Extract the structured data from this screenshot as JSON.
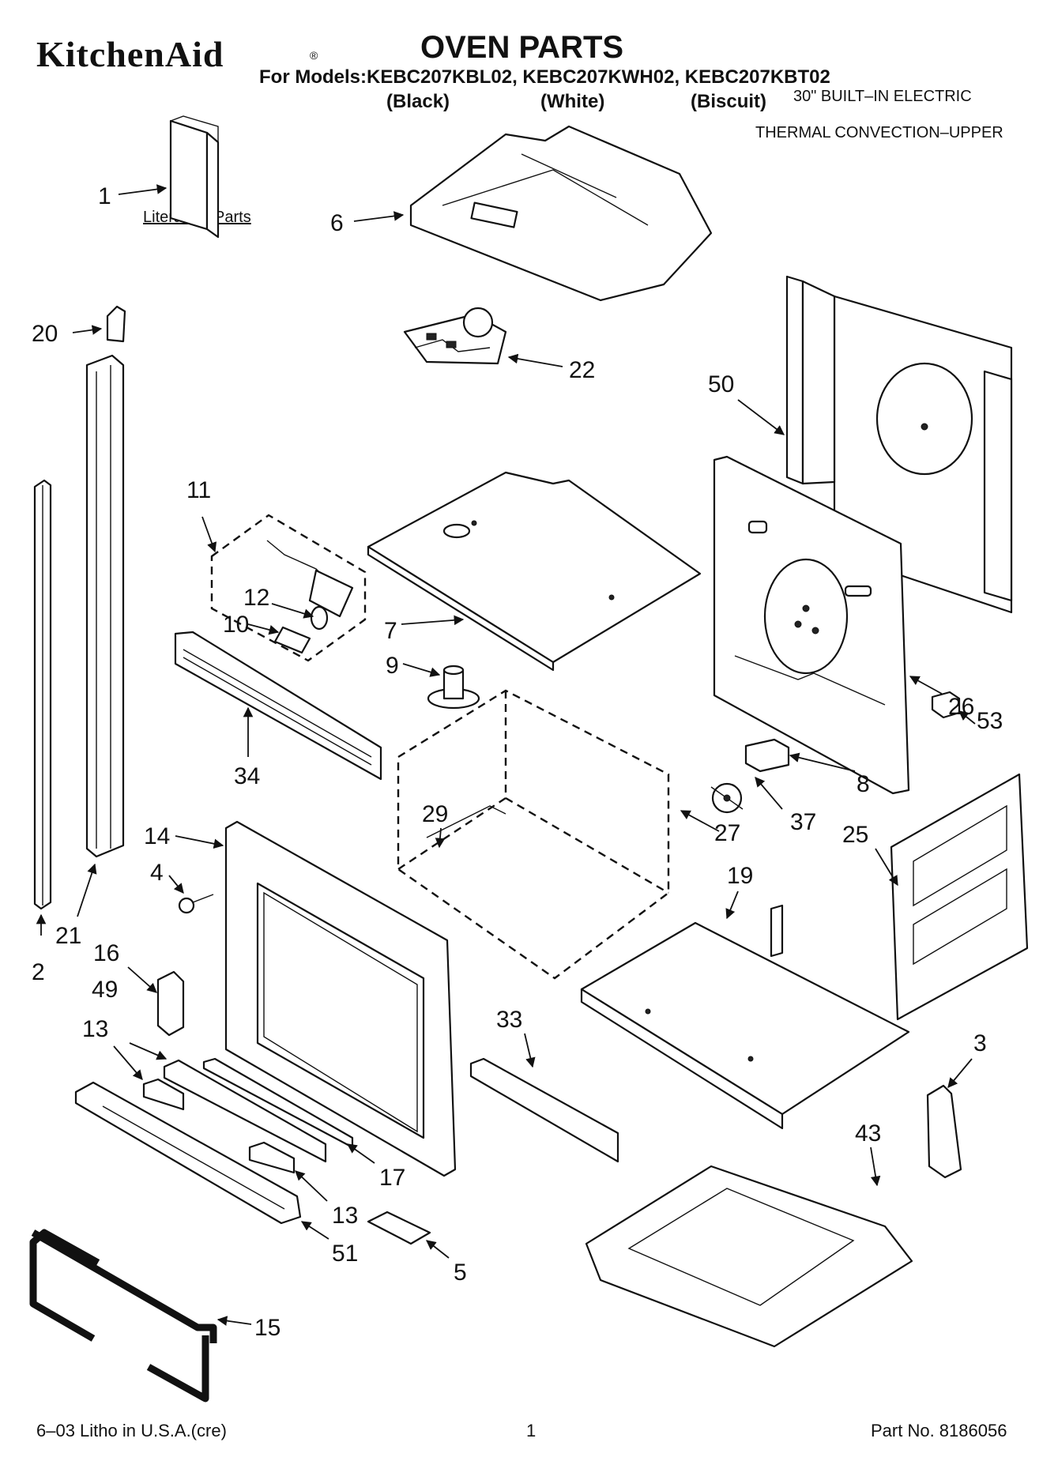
{
  "header": {
    "brand": "KitchenAid",
    "brand_mark": "®",
    "title": "OVEN PARTS",
    "models": "For Models:KEBC207KBL02, KEBC207KWH02, KEBC207KBT02",
    "variants": [
      "(Black)",
      "(White)",
      "(Biscuit)"
    ],
    "category_line1": "30\" BUILT–IN ELECTRIC",
    "category_line2": "THERMAL CONVECTION–UPPER"
  },
  "literature_label": "Literature Parts",
  "callouts": [
    "1",
    "6",
    "20",
    "22",
    "50",
    "11",
    "12",
    "10",
    "7",
    "9",
    "34",
    "53",
    "26",
    "8",
    "29",
    "27",
    "37",
    "25",
    "14",
    "4",
    "21",
    "2",
    "16",
    "19",
    "49",
    "13",
    "33",
    "3",
    "17",
    "13",
    "43",
    "51",
    "5",
    "15"
  ],
  "footer": {
    "left": "6–03 Litho in U.S.A.(cre)",
    "page": "1",
    "part_no": "Part No. 8186056"
  }
}
